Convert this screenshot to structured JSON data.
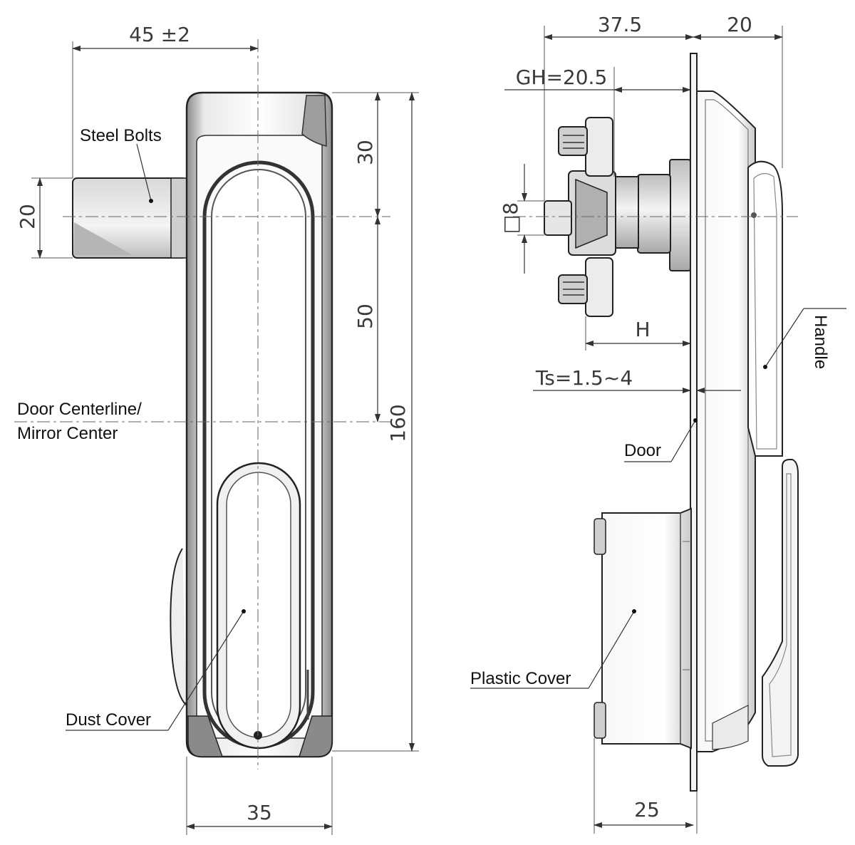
{
  "front_view": {
    "dim_width_top": "45 ±2",
    "dim_bolt_height": "20",
    "dim_30": "30",
    "dim_50": "50",
    "dim_160": "160",
    "dim_width_bottom": "35",
    "label_steel_bolts": "Steel Bolts",
    "label_door_centerline_1": "Door Centerline/",
    "label_door_centerline_2": "Mirror Center",
    "label_dust_cover": "Dust Cover"
  },
  "side_view": {
    "dim_37_5": "37.5",
    "dim_20": "20",
    "dim_gh": "GH=20.5",
    "dim_square": "□8",
    "dim_h": "H",
    "dim_ts": "Ts=1.5~4",
    "dim_25": "25",
    "label_handle": "Handle",
    "label_door": "Door",
    "label_plastic_cover": "Plastic Cover"
  },
  "colors": {
    "outline": "#222222",
    "fill_light": "#f2f2f2",
    "fill_mid": "#d8d8d8",
    "fill_dark": "#9a9a9a"
  }
}
